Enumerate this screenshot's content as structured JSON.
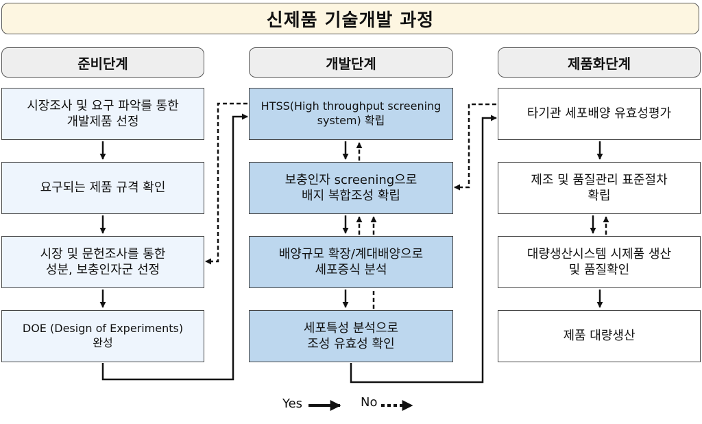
{
  "title": "신제품 기술개발 과정",
  "phases": {
    "prep": "준비단계",
    "dev": "개발단계",
    "prod": "제품화단계"
  },
  "prep_steps": [
    "시장조사 및 요구 파악를 통한\n개발제품 선정",
    "요구되는 제품 규격 확인",
    "시장 및 문헌조사를 통한\n성분, 보충인자군 선정",
    "DOE (Design of Experiments)\n완성"
  ],
  "dev_steps": [
    "HTSS(High throughput screening\nsystem) 확립",
    "보충인자 screening으로\n배지 복합조성 확립",
    "배양규모 확장/계대배양으로\n세포증식 분석",
    "세포특성 분석으로\n조성 유효성 확인"
  ],
  "prod_steps": [
    "타기관 세포배양 유효성평가",
    "제조 및 품질관리 표준절차\n확립",
    "대량생산시스템 시제품 생산\n및 품질확인",
    "제품 대량생산"
  ],
  "legend": {
    "yes": "Yes",
    "no": "No"
  },
  "colors": {
    "title_bg": "#fdf6e1",
    "phase_bg": "#eeeeee",
    "prep_box_bg": "#eef5fd",
    "dev_box_bg": "#bdd7ee",
    "prod_box_bg": "#ffffff",
    "line": "#111111"
  }
}
